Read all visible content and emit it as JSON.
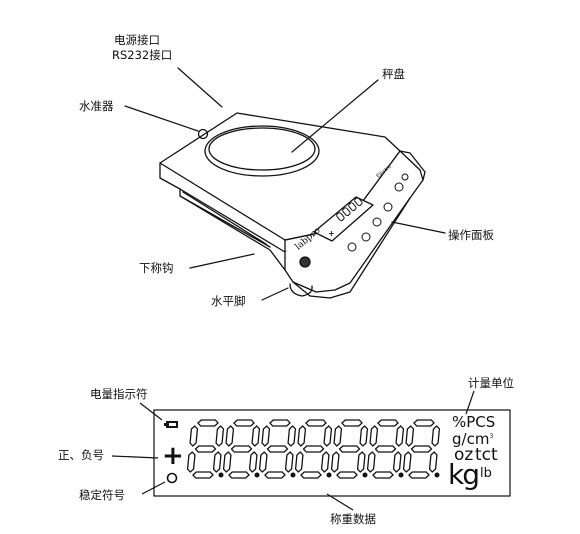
{
  "scale_diagram": {
    "labels": {
      "power_port": "电源接口",
      "rs232_port": "RS232接口",
      "level_indicator": "水准器",
      "pan": "秤盘",
      "panel": "操作面板",
      "lower_hook": "下称钩",
      "foot": "水平脚"
    },
    "brand": "labpro",
    "model": "Electro",
    "screen_sign": "+",
    "screen_digits": "0000.0"
  },
  "lcd_diagram": {
    "labels": {
      "battery_indicator": "电量指示符",
      "sign": "正、负号",
      "stable": "稳定符号",
      "units": "计量单位",
      "weight_data": "称重数据"
    },
    "sign_glyph": "+",
    "units": {
      "pcs": "%PCS",
      "gcm": "g/cm",
      "gcm_exp": "3",
      "oz": "oz",
      "tct": "tct",
      "kg": "kg",
      "lb": "lb"
    }
  }
}
